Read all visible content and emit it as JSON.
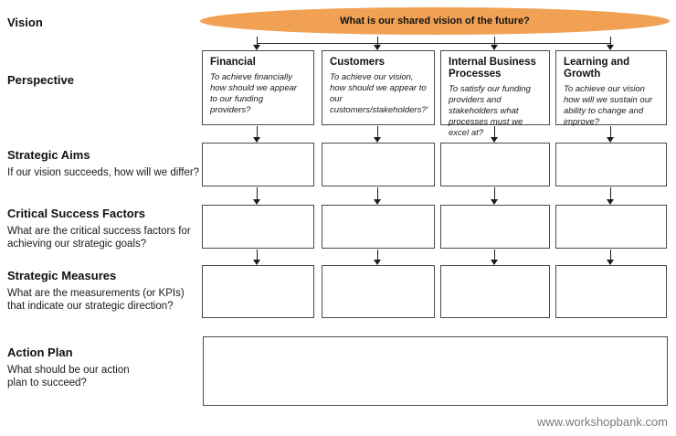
{
  "colors": {
    "ellipse_fill": "#F1A154",
    "line": "#1c1c1c",
    "box_border": "#4a4a4a",
    "footer_text": "#7b7b7b"
  },
  "vision": {
    "label": "Vision",
    "ellipse_text": "What is our shared vision of the future?"
  },
  "rows": {
    "perspective": {
      "label": "Perspective"
    },
    "strategic_aims": {
      "label": "Strategic Aims",
      "question": "If our vision succeeds, how will we differ?"
    },
    "critical_success_factors": {
      "label": "Critical Success Factors",
      "question": "What are the critical success factors for\nachieving our strategic goals?"
    },
    "strategic_measures": {
      "label": "Strategic Measures",
      "question": "What are the measurements (or KPIs)\nthat indicate our strategic direction?"
    },
    "action_plan": {
      "label": "Action Plan",
      "question": "What should be our action\nplan to succeed?"
    }
  },
  "perspectives": [
    {
      "title": "Financial",
      "description": "To achieve financially how should we appear to our funding providers?"
    },
    {
      "title": "Customers",
      "description": "To achieve our vision, how should we appear to our customers/stakeholders?'"
    },
    {
      "title": "Internal Business Processes",
      "description": "To satisfy our funding providers and stakeholders what processes must we excel at?"
    },
    {
      "title": "Learning and Growth",
      "description": "To achieve our vision how will we sustain our ability to change and improve?"
    }
  ],
  "footer": {
    "website": "www.workshopbank.com"
  }
}
